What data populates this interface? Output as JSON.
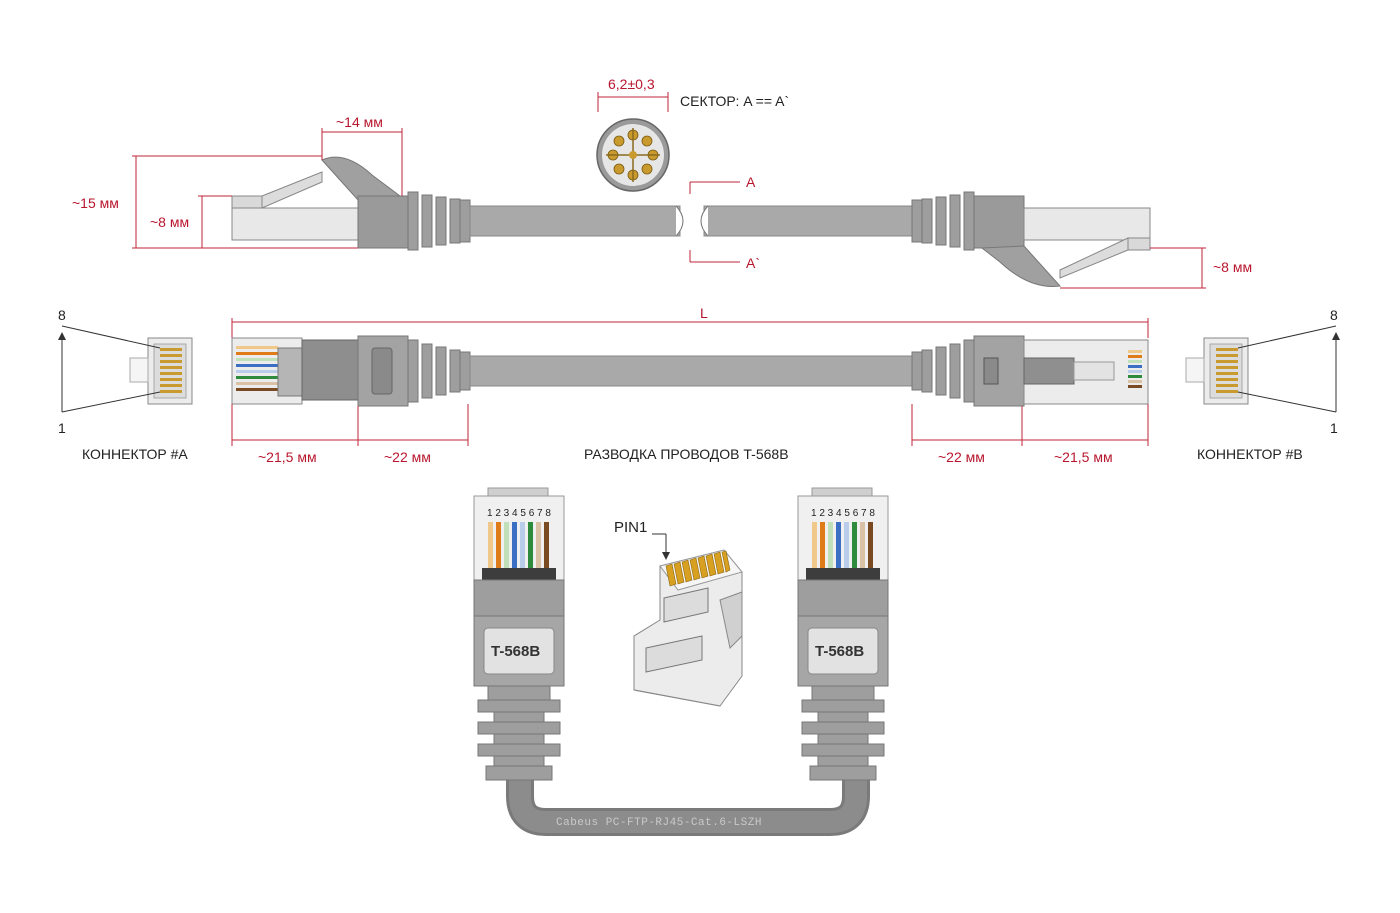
{
  "cross_section": {
    "diameter_label": "6,2±0,3",
    "sector_label": "СЕКТОР: A == A`",
    "section_a_label": "A",
    "section_a_prime_label": "A`"
  },
  "side_view_dimensions": {
    "latch_length": "~14 мм",
    "total_height": "~15 мм",
    "plug_height_left": "~8 мм",
    "plug_height_right": "~8 мм"
  },
  "top_view": {
    "length_label": "L",
    "connector_a_len": "~21,5 мм",
    "boot_a_len": "~22 мм",
    "boot_b_len": "~22 мм",
    "connector_b_len": "~21,5 мм",
    "connector_a_label": "КОННЕКТОР #A",
    "connector_b_label": "КОННЕКТОР #B",
    "wiring_label": "РАЗВОДКА ПРОВОДОВ T-568B",
    "pin_8_left": "8",
    "pin_1_left": "1",
    "pin_8_right": "8",
    "pin_1_right": "1"
  },
  "bottom": {
    "pin_numbers": "1 2 3 4 5 6 7 8",
    "standard_left": "T-568B",
    "standard_right": "T-568B",
    "pin1_label": "PIN1",
    "cable_print": "Cabeus PC-FTP-RJ45-Cat.6-LSZH"
  },
  "colors": {
    "dimension_red": "#c0243a",
    "cable_gray": "#a9a9a9",
    "boot_gray": "#8f8f8f",
    "pin_gold": "#d8a021",
    "wire_orange_white": "#f0c98a",
    "wire_orange": "#e07b1a",
    "wire_green_white": "#bfe0b9",
    "wire_blue": "#3a6fc4",
    "wire_blue_white": "#b9cdea",
    "wire_green": "#2e8b3e",
    "wire_brown_white": "#d9c2a5",
    "wire_brown": "#7a4a22"
  }
}
